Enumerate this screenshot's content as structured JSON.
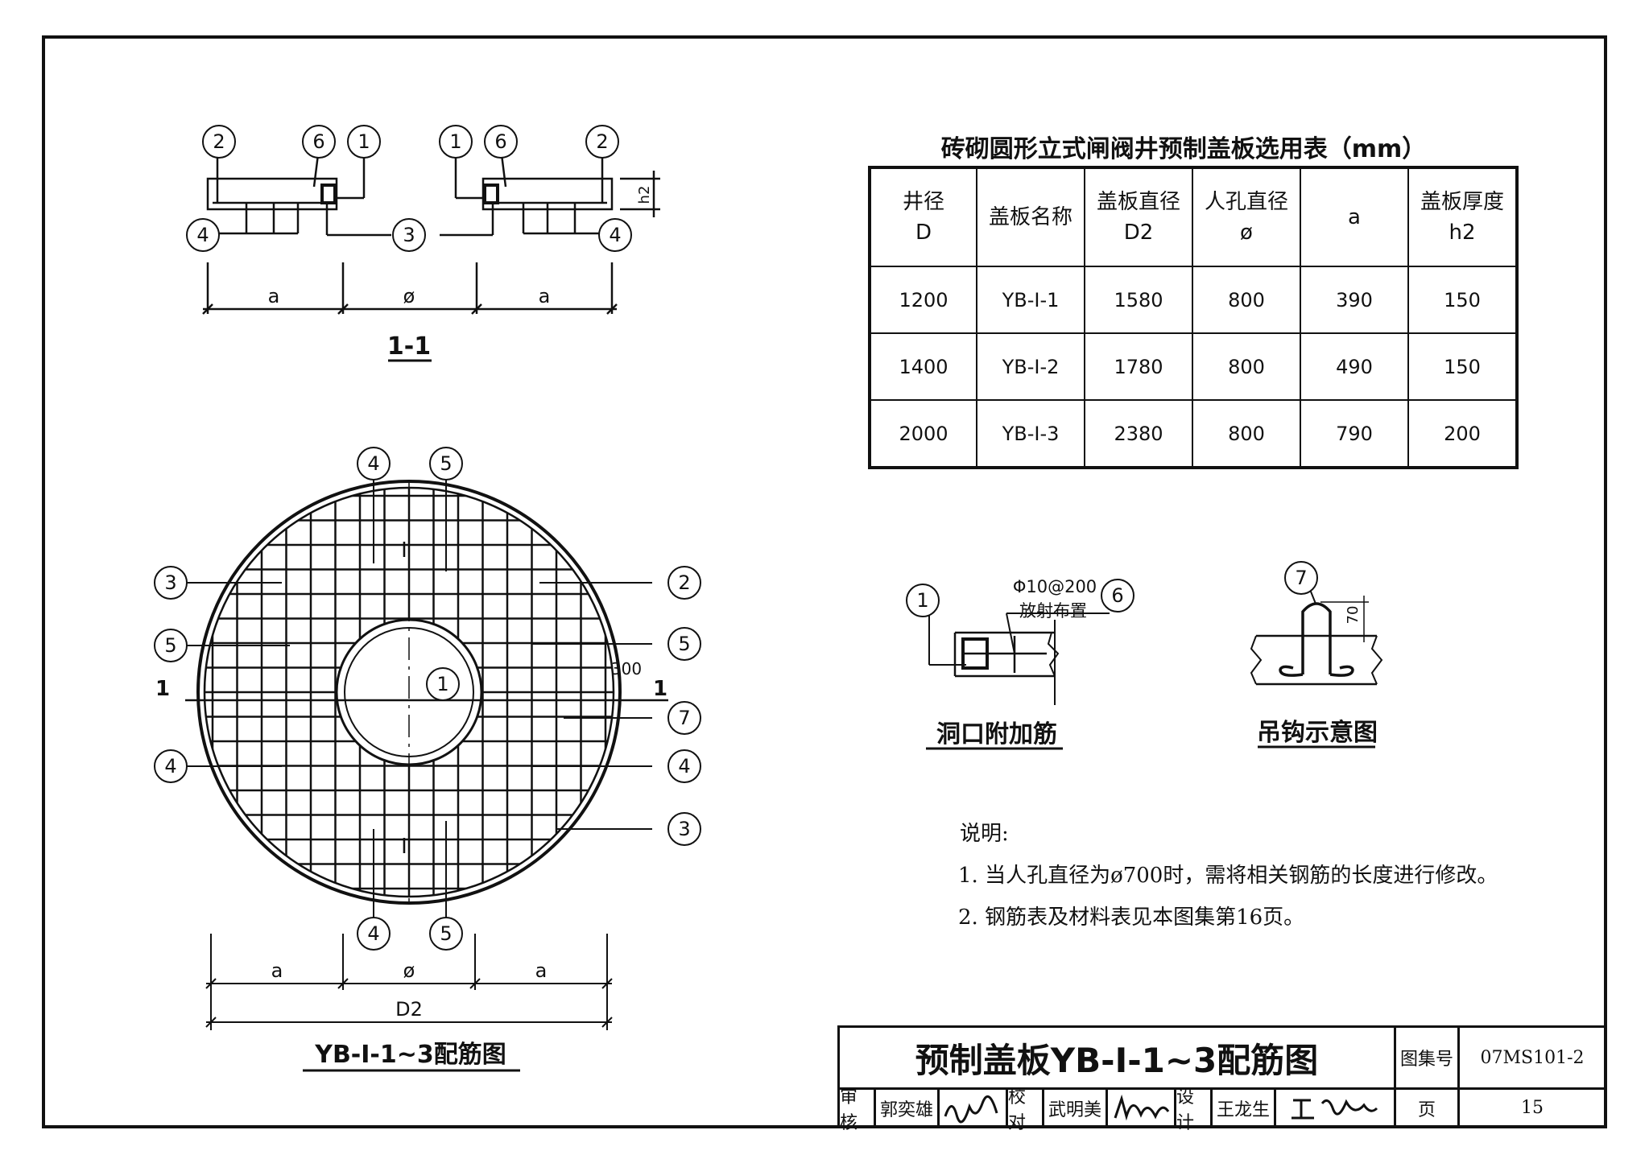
{
  "section_1_1": {
    "title": "1-1",
    "dim_a_left": "a",
    "dim_phi": "ø",
    "dim_a_right": "a",
    "dim_h2": "h2",
    "callouts": [
      "2",
      "6",
      "1",
      "1",
      "6",
      "2",
      "4",
      "3",
      "4"
    ]
  },
  "plan": {
    "title": "YB-Ⅰ-1~3配筋图",
    "section_mark_left": "1",
    "section_mark_right": "1",
    "dim_a_left": "a",
    "dim_phi": "ø",
    "dim_a_right": "a",
    "dim_d2": "D2",
    "spacing_label": "300",
    "roman_top": "I",
    "roman_bottom": "I",
    "callouts": {
      "top_4": "4",
      "top_5": "5",
      "left_3": "3",
      "left_5": "5",
      "left_4": "4",
      "right_2": "2",
      "right_5": "5",
      "right_7": "7",
      "right_4": "4",
      "right_3": "3",
      "center_1": "1",
      "bottom_4": "4",
      "bottom_5": "5"
    }
  },
  "table": {
    "title": "砖砌圆形立式闸阀井预制盖板选用表（mm）",
    "headers": [
      {
        "l1": "井径",
        "l2": "D"
      },
      {
        "l1": "盖板名称",
        "l2": ""
      },
      {
        "l1": "盖板直径",
        "l2": "D2"
      },
      {
        "l1": "人孔直径",
        "l2": "ø"
      },
      {
        "l1": "a",
        "l2": ""
      },
      {
        "l1": "盖板厚度",
        "l2": "h2"
      }
    ],
    "rows": [
      [
        "1200",
        "YB-Ⅰ-1",
        "1580",
        "800",
        "390",
        "150"
      ],
      [
        "1400",
        "YB-Ⅰ-2",
        "1780",
        "800",
        "490",
        "150"
      ],
      [
        "2000",
        "YB-Ⅰ-3",
        "2380",
        "800",
        "790",
        "200"
      ]
    ]
  },
  "detail_opening": {
    "title": "洞口附加筋",
    "callout_1": "1",
    "callout_6": "6",
    "label_line1": "Φ10@200",
    "label_line2": "放射布置"
  },
  "detail_hook": {
    "title": "吊钩示意图",
    "callout_7": "7",
    "dim_70": "70"
  },
  "notes": {
    "heading": "说明:",
    "items": [
      "1.  当人孔直径为ø700时，需将相关钢筋的长度进行修改。",
      "2.  钢筋表及材料表见本图集第16页。"
    ]
  },
  "title_block": {
    "drawing_title": "预制盖板YB-Ⅰ-1~3配筋图",
    "atlas_label": "图集号",
    "atlas_no": "07MS101-2",
    "review_label": "审核",
    "reviewer": "郭奕雄",
    "check_label": "校对",
    "checker": "武明美",
    "design_label": "设计",
    "designer": "王龙生",
    "page_label": "页",
    "page_no": "15"
  }
}
